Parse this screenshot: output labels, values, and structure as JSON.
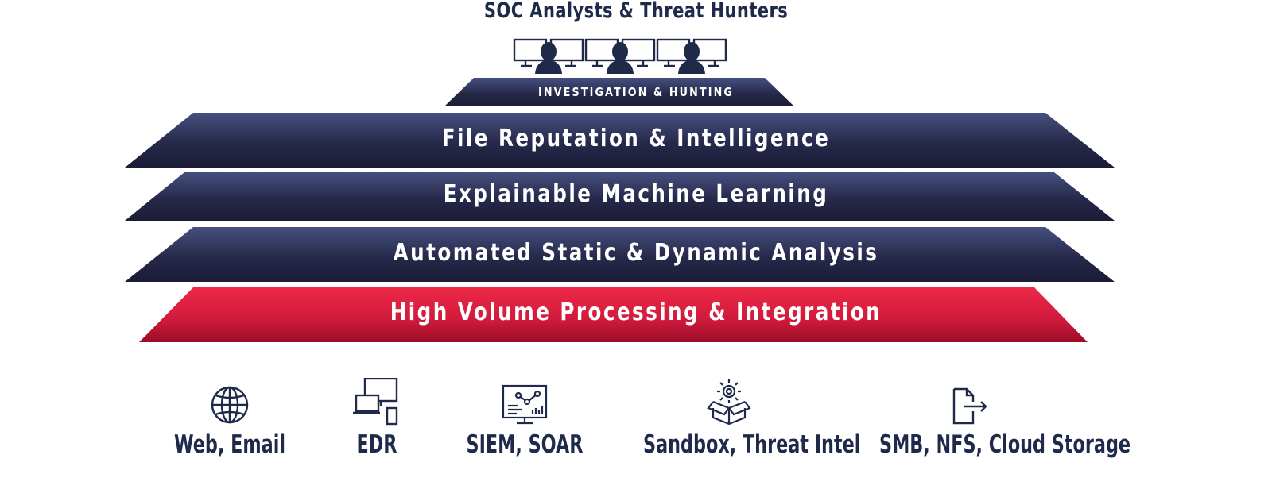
{
  "header": {
    "title": "SOC Analysts & Threat Hunters"
  },
  "analysts": {
    "icon": "analyst-workstation-icon",
    "count": 3
  },
  "pyramid": {
    "top_label": "INVESTIGATION & HUNTING",
    "layers": [
      {
        "label": "File Reputation & Intelligence",
        "color": "#2b3157"
      },
      {
        "label": "Explainable Machine Learning",
        "color": "#2b3157"
      },
      {
        "label": "Automated Static & Dynamic Analysis",
        "color": "#2b3157"
      },
      {
        "label": "High Volume Processing & Integration",
        "color": "#d0193b"
      }
    ]
  },
  "sources": [
    {
      "label": "Web, Email",
      "icon": "globe-icon"
    },
    {
      "label": "EDR",
      "icon": "devices-icon"
    },
    {
      "label": "SIEM, SOAR",
      "icon": "dashboard-monitor-icon"
    },
    {
      "label": "Sandbox, Threat Intel",
      "icon": "gear-box-icon"
    },
    {
      "label": "SMB, NFS, Cloud Storage",
      "icon": "file-export-icon"
    }
  ],
  "colors": {
    "navy": "#2b3157",
    "red": "#d0193b",
    "text_dark": "#1f2a4a"
  }
}
